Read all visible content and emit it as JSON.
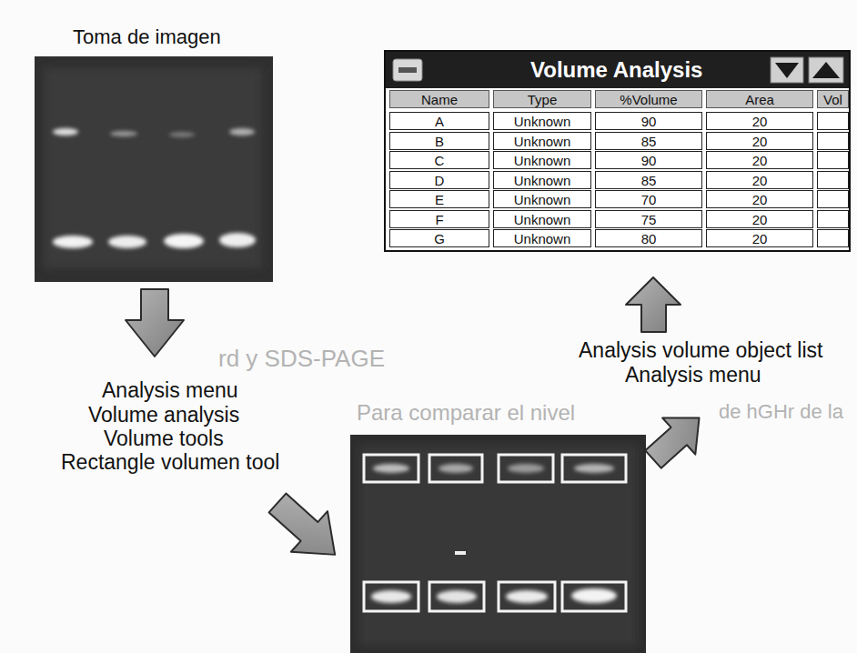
{
  "diagram": {
    "nodes": [
      {
        "text": [
          "Toma de imagen"
        ]
      },
      {
        "text": [
          "Volume Analysis"
        ]
      }
    ],
    "labels": [
      "Analysis menu",
      "Volume analysis",
      "Volume tools",
      "Rectangle volumen tool",
      "Analysis volume object list",
      "Analysis menu",
      "Name",
      "Type",
      "%Volume",
      "Area",
      "Vol",
      "A",
      "Unknown",
      "90",
      "20",
      "B",
      "Unknown",
      "85",
      "20",
      "C",
      "Unknown",
      "90",
      "20",
      "D",
      "Unknown",
      "85",
      "20",
      "E",
      "Unknown",
      "70",
      "20",
      "F",
      "Unknown",
      "75",
      "20",
      "G",
      "Unknown",
      "80",
      "20",
      "rd y SDS-PAGE",
      "Para comparar el nivel",
      "de hGHr de la"
    ]
  }
}
